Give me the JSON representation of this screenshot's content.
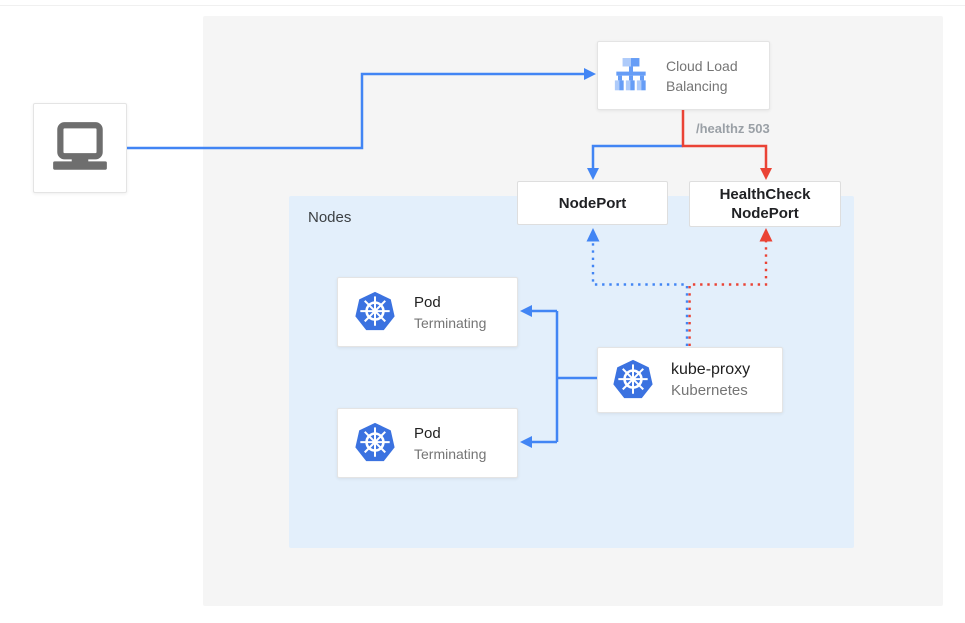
{
  "colors": {
    "blue": "#4285F4",
    "red": "#EA4335",
    "gray-panel": "#F5F5F5",
    "nodes-panel": "#E3EFFB",
    "k8s-blue": "#3B72E0",
    "icon-gray": "#6E6E6E",
    "text-dark": "#212121",
    "text-gray": "#757575",
    "healthz-gray": "#9AA0A6",
    "clb-light": "#AECBFA",
    "clb-mid": "#669DF6"
  },
  "diagram": {
    "clb": {
      "lines": [
        "Cloud Load",
        "Balancing"
      ]
    },
    "healthz_label": "/healthz 503",
    "nodeport_label": "NodePort",
    "healthcheck_lines": [
      "HealthCheck",
      "NodePort"
    ],
    "nodes_label": "Nodes",
    "pods": [
      {
        "title": "Pod",
        "subtitle": "Terminating"
      },
      {
        "title": "Pod",
        "subtitle": "Terminating"
      }
    ],
    "kube_proxy": {
      "title": "kube-proxy",
      "subtitle": "Kubernetes"
    }
  }
}
